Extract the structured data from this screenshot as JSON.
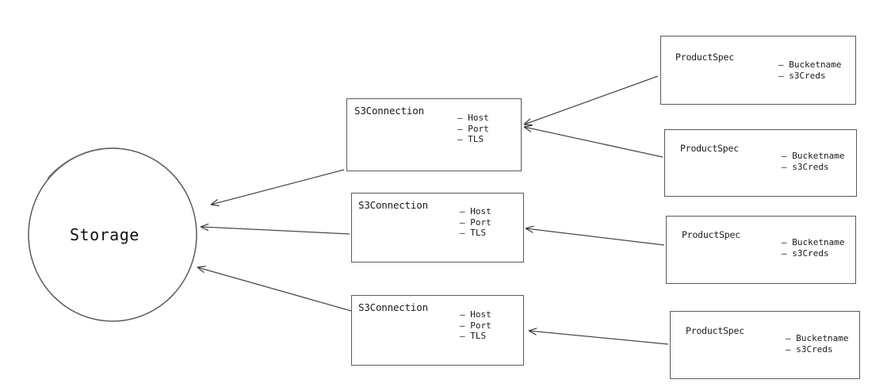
{
  "diagram": {
    "type": "architecture-relationship-diagram",
    "background_color": "#ffffff",
    "stroke_color": "#5a5a5a",
    "text_color": "#1a1a1a",
    "storage": {
      "label": "Storage",
      "shape": "circle"
    },
    "connections": [
      {
        "title": "S3Connection",
        "attributes": [
          "Host",
          "Port",
          "TLS"
        ]
      },
      {
        "title": "S3Connection",
        "attributes": [
          "Host",
          "Port",
          "TLS"
        ]
      },
      {
        "title": "S3Connection",
        "attributes": [
          "Host",
          "Port",
          "TLS"
        ]
      }
    ],
    "specs": [
      {
        "title": "ProductSpec",
        "attributes": [
          "Bucketname",
          "s3Creds"
        ]
      },
      {
        "title": "ProductSpec",
        "attributes": [
          "Bucketname",
          "s3Creds"
        ]
      },
      {
        "title": "ProductSpec",
        "attributes": [
          "Bucketname",
          "s3Creds"
        ]
      },
      {
        "title": "ProductSpec",
        "attributes": [
          "Bucketname",
          "s3Creds"
        ]
      }
    ],
    "bullet": "–"
  }
}
